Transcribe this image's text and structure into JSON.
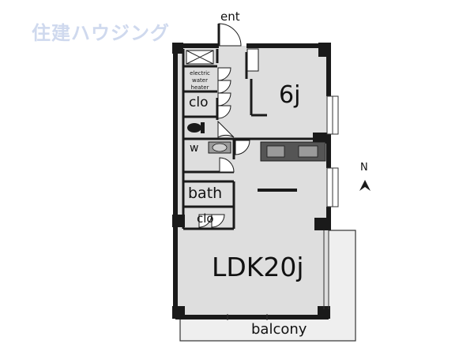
{
  "logo": {
    "text": "住建ハウジング"
  },
  "rooms": {
    "entrance": "ent",
    "bedroom": "6j",
    "water_heater": "electric water heater",
    "closet_upper": "clo",
    "washroom": "w",
    "bath": "bath",
    "closet_lower": "clo",
    "ldk": "LDK20j",
    "balcony": "balcony"
  },
  "compass": {
    "label": "N",
    "icon": "north-arrow-icon"
  },
  "colors": {
    "room_fill": "#dedede",
    "wall": "#1a1a1a",
    "logo": "#cfd9ee"
  }
}
